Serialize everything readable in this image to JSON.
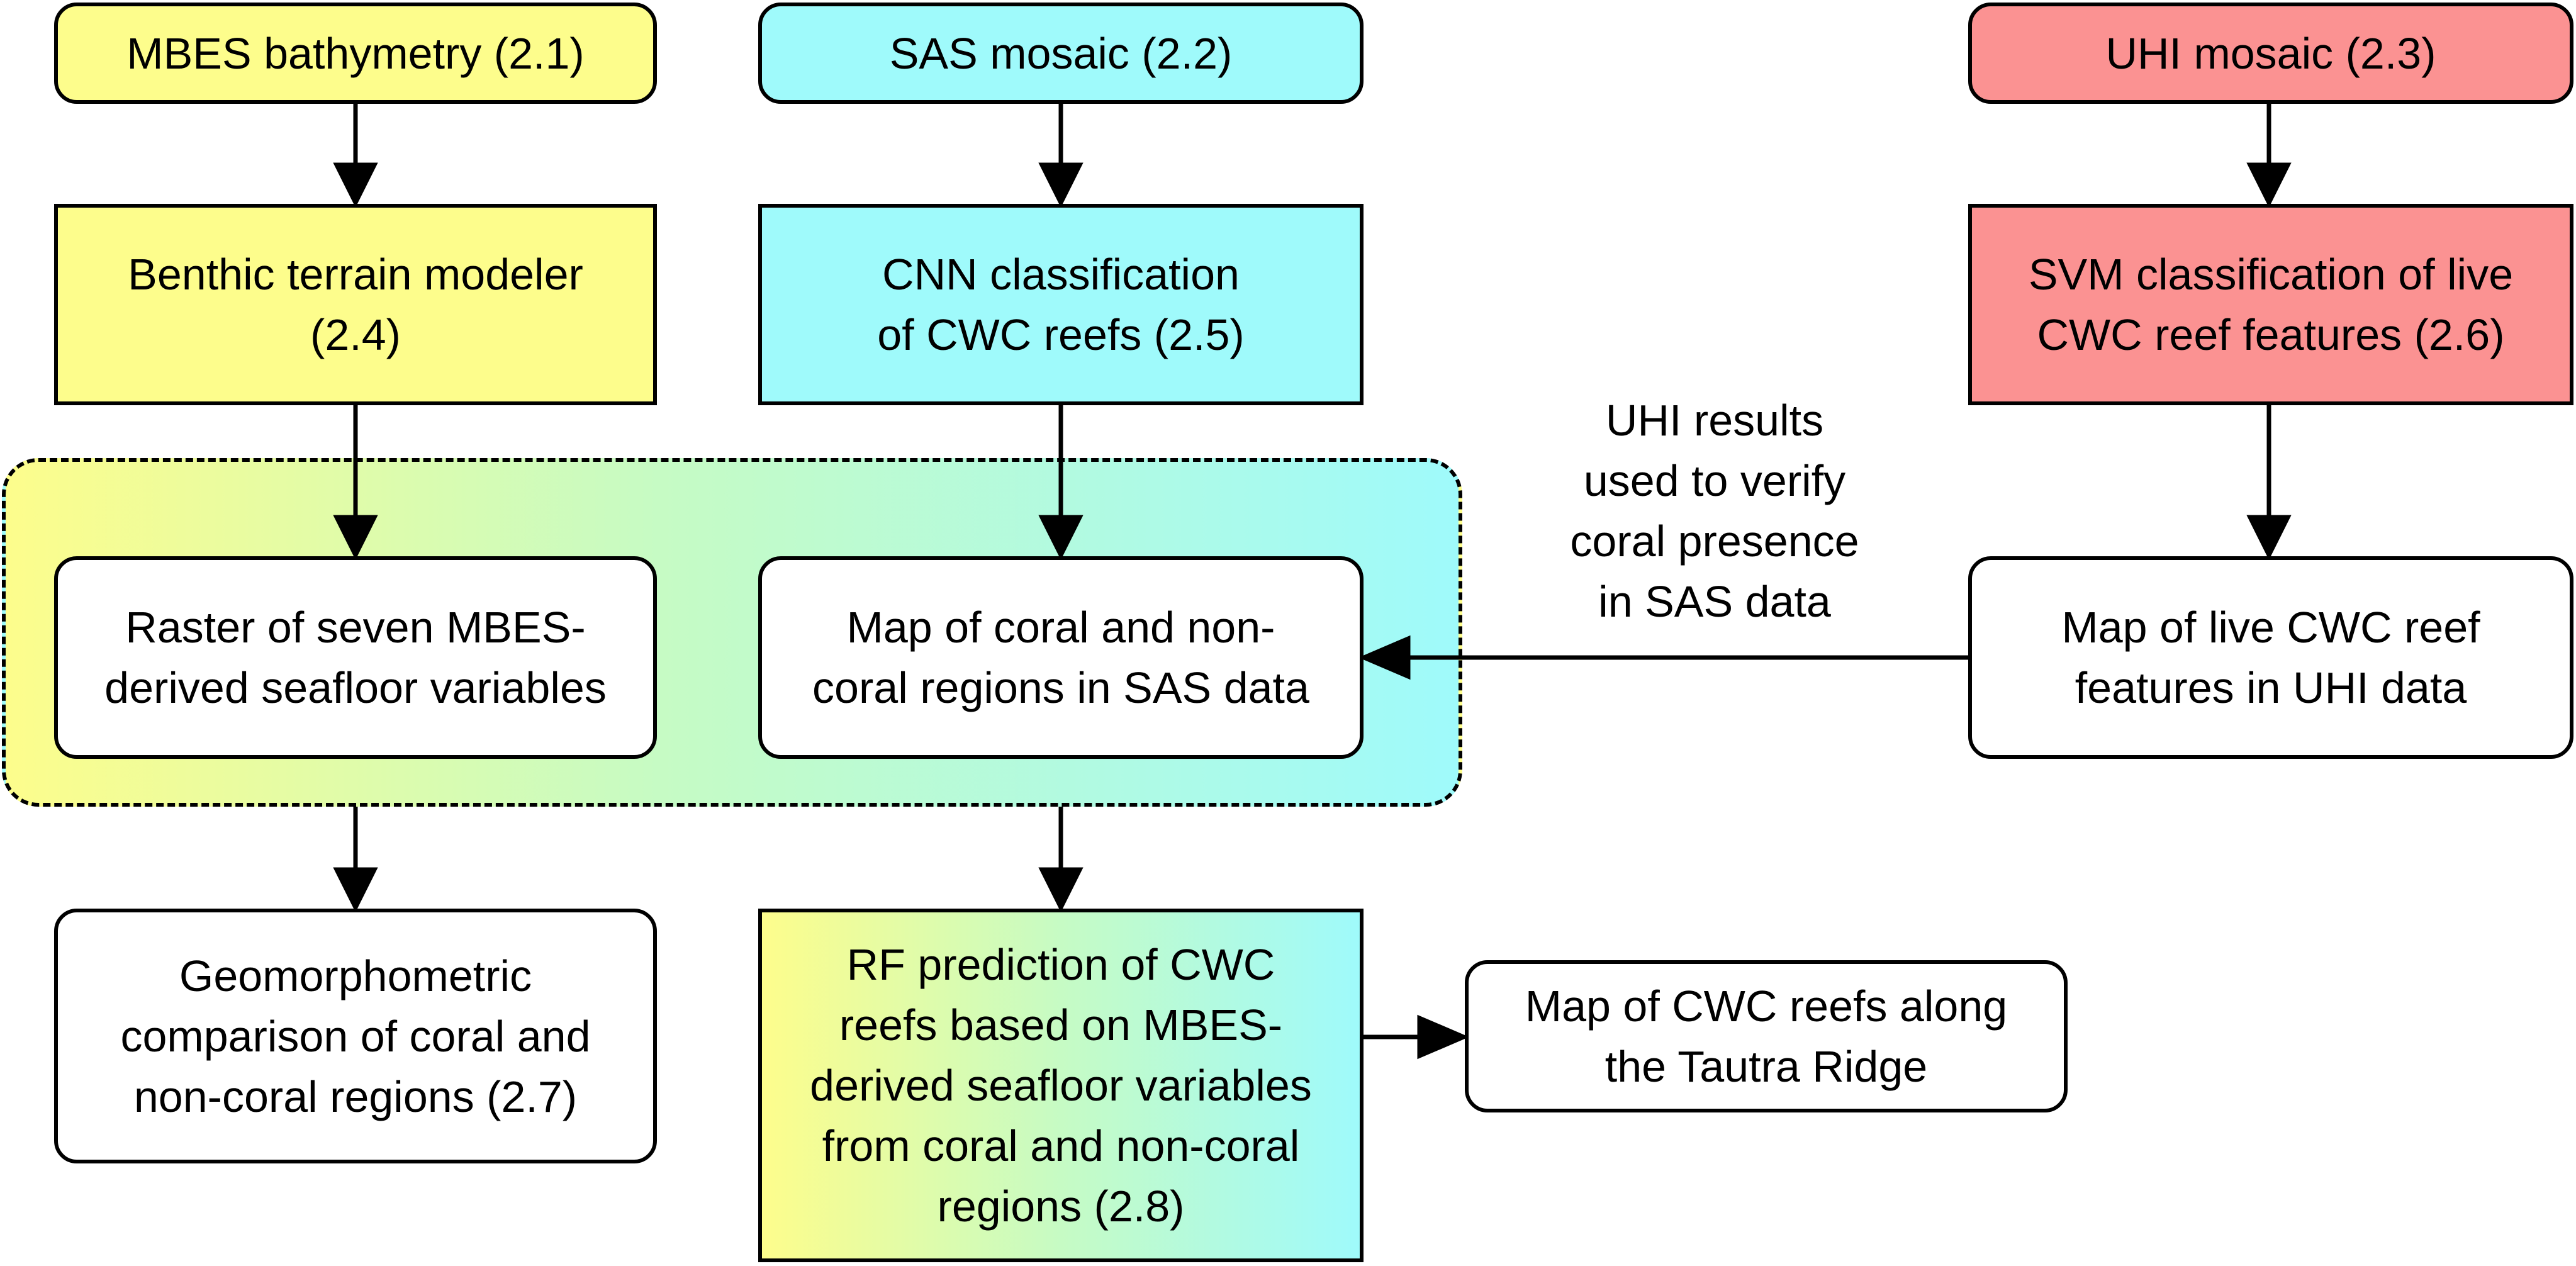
{
  "sources": {
    "mbes": "MBES bathymetry (2.1)",
    "sas": "SAS mosaic (2.2)",
    "uhi": "UHI mosaic (2.3)"
  },
  "processing": {
    "btm": "Benthic terrain modeler\n(2.4)",
    "cnn": "CNN classification\nof CWC reefs (2.5)",
    "svm": "SVM classification of live\nCWC reef features (2.6)"
  },
  "products": {
    "raster": "Raster of seven MBES-\nderived seafloor variables",
    "coral_map": "Map of coral and non-\ncoral regions in SAS data",
    "live_map": "Map of live CWC reef\nfeatures in UHI data"
  },
  "annotation": "UHI results\nused to verify\ncoral presence\nin SAS data",
  "analysis": {
    "geomorph": "Geomorphometric\ncomparison of coral and\nnon-coral regions (2.7)",
    "rf": "RF prediction of CWC\nreefs based on MBES-\nderived seafloor variables\nfrom coral and non-coral\nregions (2.8)",
    "final_map": "Map of CWC reefs along\nthe Tautra Ridge"
  },
  "colors": {
    "mbes": "#fdfd8c",
    "sas": "#9ffafb",
    "uhi": "#fb9292"
  }
}
